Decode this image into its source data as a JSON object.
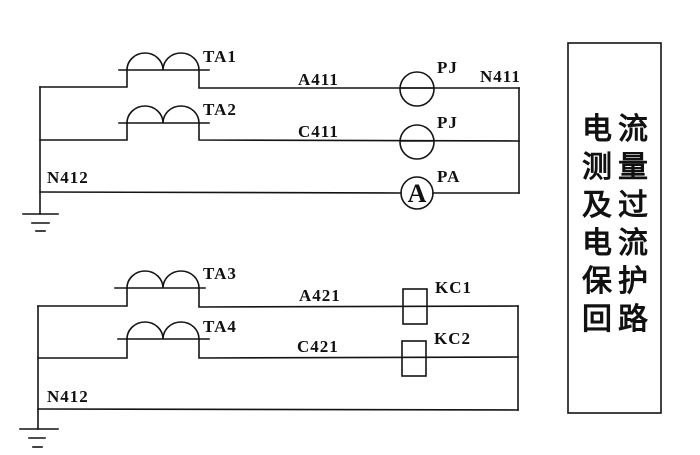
{
  "measurement_circuit": {
    "ct_1": "TA1",
    "ct_2": "TA2",
    "wire_phase_a": "A411",
    "wire_phase_c": "C411",
    "meter_1": "PJ",
    "meter_2": "PJ",
    "ammeter": "PA",
    "ammeter_symbol": "A",
    "neutral_return": "N411",
    "neutral": "N412"
  },
  "protection_circuit": {
    "ct_3": "TA3",
    "ct_4": "TA4",
    "wire_phase_a": "A421",
    "wire_phase_c": "C421",
    "relay_1": "KC1",
    "relay_2": "KC2",
    "neutral": "N412"
  },
  "title_box": {
    "full_text": "电流测量及过电流保护回路",
    "left_column": [
      "电",
      "测",
      "及",
      "电",
      "保",
      "回"
    ],
    "right_column": [
      "流",
      "量",
      "过",
      "流",
      "护",
      "路"
    ]
  }
}
